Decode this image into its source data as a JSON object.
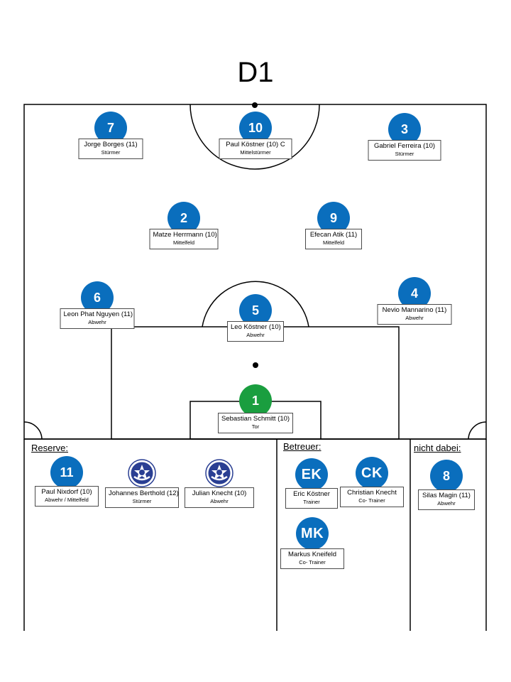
{
  "title": "D1",
  "colors": {
    "player": "#0a6ebd",
    "keeper": "#1a9e3f",
    "lines": "#000000"
  },
  "field_players": [
    {
      "number": "7",
      "name": "Jorge Borges (11)",
      "role": "Stürmer"
    },
    {
      "number": "10",
      "name": "Paul Köstner (10) C",
      "role": "Mittelstürmer"
    },
    {
      "number": "3",
      "name": "Gabriel Ferreira (10)",
      "role": "Stürmer"
    },
    {
      "number": "2",
      "name": "Matze Herrmann (10)",
      "role": "Mittelfeld"
    },
    {
      "number": "9",
      "name": "Efecan Atik (11)",
      "role": "Mittelfeld"
    },
    {
      "number": "6",
      "name": "Leon Phat Nguyen (11)",
      "role": "Abwehr"
    },
    {
      "number": "5",
      "name": "Leo Köstner (10)",
      "role": "Abwehr"
    },
    {
      "number": "4",
      "name": "Nevio Mannarino (11)",
      "role": "Abwehr"
    },
    {
      "number": "1",
      "name": "Sebastian Schmitt (10)",
      "role": "Tor"
    }
  ],
  "reserve": {
    "label": "Reserve:",
    "players": [
      {
        "number": "11",
        "name": "Paul Nixdorf (10)",
        "role": "Abwehr / Mittelfeld"
      },
      {
        "icon": "club-logo-icon",
        "name": "Johannes Berthold (12)",
        "role": "Stürmer"
      },
      {
        "icon": "club-logo-icon",
        "name": "Julian Knecht (10)",
        "role": "Abwehr"
      }
    ]
  },
  "betreuer": {
    "label": "Betreuer:",
    "staff": [
      {
        "initials": "EK",
        "name": "Eric Köstner",
        "role": "Trainer"
      },
      {
        "initials": "CK",
        "name": "Christian Knecht",
        "role": "Co- Trainer"
      },
      {
        "initials": "MK",
        "name": "Markus Kneifeld",
        "role": "Co- Trainer"
      }
    ]
  },
  "absent": {
    "label": "nicht dabei:",
    "players": [
      {
        "number": "8",
        "name": "Silas Magin (11)",
        "role": "Abwehr"
      }
    ]
  }
}
